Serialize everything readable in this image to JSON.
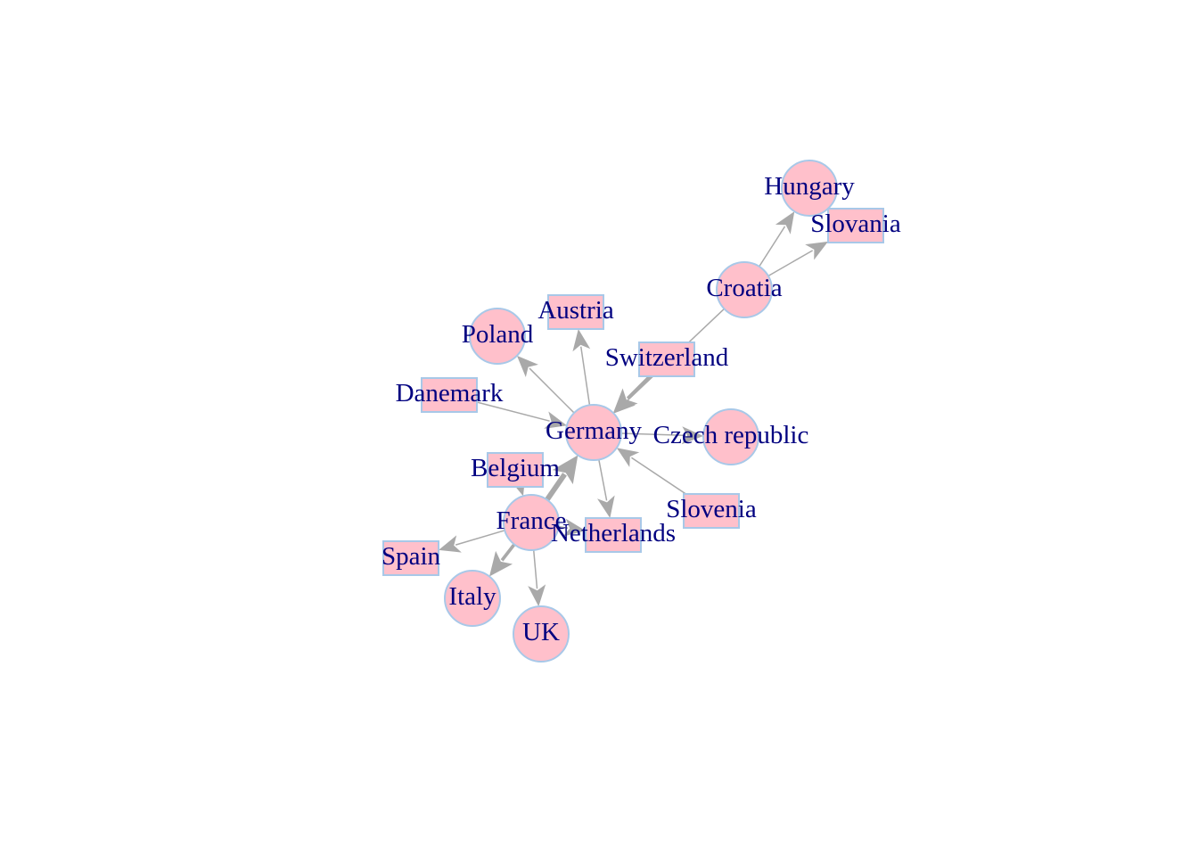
{
  "colors": {
    "node_fill": "#FFC0CB",
    "node_border": "#A8C8E8",
    "edge": "#A9A9A9",
    "label": "#000080",
    "background": "#FFFFFF"
  },
  "nodes": [
    {
      "id": "Hungary",
      "label": "Hungary",
      "shape": "circle"
    },
    {
      "id": "Slovania",
      "label": "Slovania",
      "shape": "rectangle"
    },
    {
      "id": "Croatia",
      "label": "Croatia",
      "shape": "circle"
    },
    {
      "id": "Austria",
      "label": "Austria",
      "shape": "rectangle"
    },
    {
      "id": "Poland",
      "label": "Poland",
      "shape": "circle"
    },
    {
      "id": "Switzerland",
      "label": "Switzerland",
      "shape": "rectangle"
    },
    {
      "id": "Danemark",
      "label": "Danemark",
      "shape": "rectangle"
    },
    {
      "id": "Germany",
      "label": "Germany",
      "shape": "circle"
    },
    {
      "id": "Czech republic",
      "label": "Czech republic",
      "shape": "circle"
    },
    {
      "id": "Belgium",
      "label": "Belgium",
      "shape": "rectangle"
    },
    {
      "id": "France",
      "label": "France",
      "shape": "circle"
    },
    {
      "id": "Netherlands",
      "label": "Netherlands",
      "shape": "rectangle"
    },
    {
      "id": "Slovenia",
      "label": "Slovenia",
      "shape": "rectangle"
    },
    {
      "id": "Spain",
      "label": "Spain",
      "shape": "rectangle"
    },
    {
      "id": "Italy",
      "label": "Italy",
      "shape": "circle"
    },
    {
      "id": "UK",
      "label": "UK",
      "shape": "circle"
    }
  ],
  "edges": [
    {
      "from": "Croatia",
      "to": "Hungary",
      "weight": 1
    },
    {
      "from": "Croatia",
      "to": "Slovania",
      "weight": 1
    },
    {
      "from": "Croatia",
      "to": "Germany",
      "weight": 1
    },
    {
      "from": "Switzerland",
      "to": "Germany",
      "weight": 2
    },
    {
      "from": "Germany",
      "to": "Austria",
      "weight": 1
    },
    {
      "from": "Germany",
      "to": "Poland",
      "weight": 1
    },
    {
      "from": "Danemark",
      "to": "Germany",
      "weight": 1
    },
    {
      "from": "Germany",
      "to": "Czech republic",
      "weight": 1
    },
    {
      "from": "Slovenia",
      "to": "Germany",
      "weight": 1
    },
    {
      "from": "Germany",
      "to": "Netherlands",
      "weight": 1
    },
    {
      "from": "France",
      "to": "Germany",
      "weight": 3
    },
    {
      "from": "Belgium",
      "to": "France",
      "weight": 1
    },
    {
      "from": "France",
      "to": "Netherlands",
      "weight": 1
    },
    {
      "from": "France",
      "to": "Spain",
      "weight": 1
    },
    {
      "from": "France",
      "to": "Italy",
      "weight": 2
    },
    {
      "from": "France",
      "to": "UK",
      "weight": 1
    }
  ]
}
